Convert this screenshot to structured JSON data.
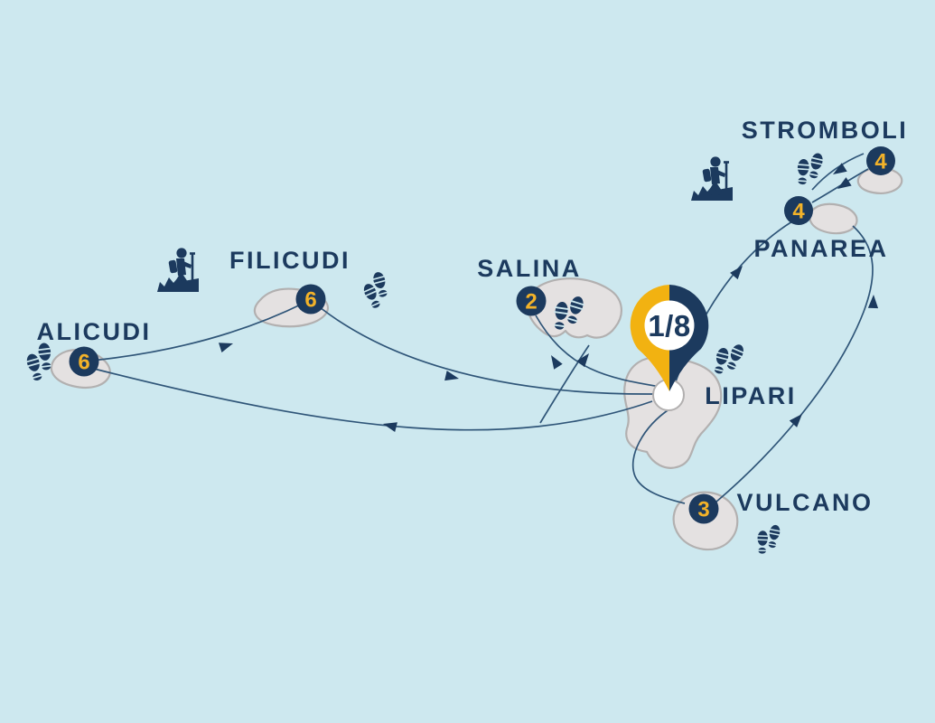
{
  "pin": {
    "label": "1/8"
  },
  "islands": [
    {
      "name": "ALICUDI",
      "day": "6"
    },
    {
      "name": "FILICUDI",
      "day": "6"
    },
    {
      "name": "SALINA",
      "day": "2"
    },
    {
      "name": "LIPARI",
      "day": ""
    },
    {
      "name": "PANAREA",
      "day": "4"
    },
    {
      "name": "STROMBOLI",
      "day": "4"
    },
    {
      "name": "VULCANO",
      "day": "3"
    }
  ],
  "routes": [
    {
      "from": "ALICUDI",
      "to": "FILICUDI"
    },
    {
      "from": "FILICUDI",
      "to": "LIPARI"
    },
    {
      "from": "LIPARI",
      "to": "ALICUDI"
    },
    {
      "from": "LIPARI",
      "to": "SALINA"
    },
    {
      "from": "LIPARI",
      "to": "SALINA (east)"
    },
    {
      "from": "LIPARI",
      "to": "VULCANO"
    },
    {
      "from": "VULCANO",
      "to": "PANAREA"
    },
    {
      "from": "LIPARI",
      "to": "PANAREA"
    },
    {
      "from": "STROMBOLI",
      "to": "PANAREA"
    },
    {
      "from": "STROMBOLI",
      "to": "PANAREA (second)"
    }
  ],
  "icons": {
    "hiker": "hiker-icon",
    "footprints": "footprints-icon",
    "pin": "map-pin-icon",
    "arrow": "route-arrow-icon"
  },
  "colors": {
    "background": "#cde8ef",
    "navy": "#1c3a5e",
    "yellow": "#f2b229",
    "pin_yellow": "#f2b211",
    "island_fill": "#e4e1e1",
    "island_stroke": "#b2b0b0",
    "route_line": "#2f5578",
    "white": "#ffffff"
  }
}
